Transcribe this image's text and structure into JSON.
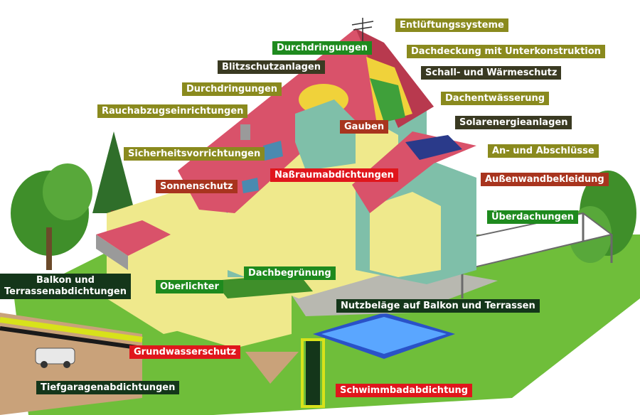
{
  "colors": {
    "olive": "#8a8a1e",
    "dark": "#3a3a22",
    "green": "#1e8a1e",
    "darkgreen": "#14361a",
    "red": "#e0161c",
    "rust": "#a8341e",
    "roof": "#d9526a",
    "wall_yellow": "#efe98c",
    "wall_glass": "#7fbfa9",
    "lawn": "#6fbe3a"
  },
  "labels": {
    "entlueftung": "Entlüftungssysteme",
    "durchdringungen_top": "Durchdringungen",
    "dachdeckung": "Dachdeckung mit Unterkonstruktion",
    "blitzschutz": "Blitzschutzanlagen",
    "schall": "Schall- und Wärmeschutz",
    "durchdringungen_mid": "Durchdringungen",
    "dachentwaesserung": "Dachentwässerung",
    "rauchabzug": "Rauchabzugseinrichtungen",
    "gauben": "Gauben",
    "solar": "Solarenergieanlagen",
    "sicherheit": "Sicherheitsvorrichtungen",
    "anschluesse": "An- und Abschlüsse",
    "nassraum": "Naßraumabdichtungen",
    "sonnenschutz": "Sonnenschutz",
    "aussenwand": "Außenwandbekleidung",
    "ueberdachungen": "Überdachungen",
    "balkon": "Balkon und\nTerrassenabdichtungen",
    "dachbegruenung": "Dachbegrünung",
    "oberlichter": "Oberlichter",
    "nutzbelaege": "Nutzbeläge auf Balkon und Terrassen",
    "grundwasser": "Grundwasserschutz",
    "schwimmbad": "Schwimmbadabdichtung",
    "tiefgarage": "Tiefgaragenabdichtungen"
  }
}
